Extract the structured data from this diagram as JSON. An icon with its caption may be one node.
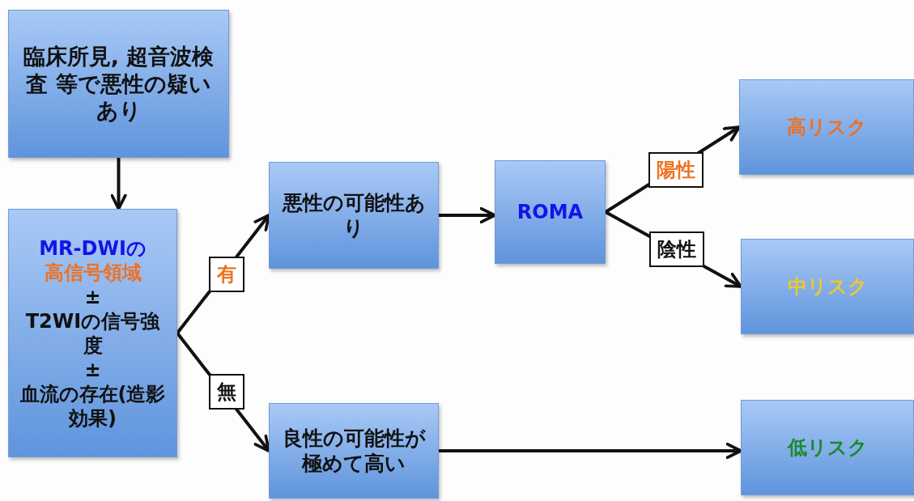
{
  "diagram": {
    "nodes": [
      {
        "text": [
          "臨床所見, 超音波検査 等で悪性の疑いあり"
        ]
      },
      {
        "text": [
          "MR-DWIの",
          "高信号領域",
          "±",
          "T2WIの信号強度",
          "±",
          "血流の存在(造影効果)"
        ]
      },
      {
        "text": [
          "悪性の可能性あり"
        ]
      },
      {
        "text": [
          "ROMA"
        ]
      },
      {
        "text": [
          "高リスク"
        ]
      },
      {
        "text": [
          "中リスク"
        ]
      },
      {
        "text": [
          "良性の可能性が極めて高い"
        ]
      },
      {
        "text": [
          "低リスク"
        ]
      }
    ],
    "edges": [
      {
        "from": 0,
        "to": 1,
        "arrow": "to"
      },
      {
        "from": 1,
        "to": 2,
        "arrow": "to",
        "label": "有"
      },
      {
        "from": 1,
        "to": 6,
        "arrow": "to",
        "label": "無"
      },
      {
        "from": 2,
        "to": 3,
        "arrow": "to"
      },
      {
        "from": 3,
        "to": 4,
        "arrow": "to",
        "label": "陽性"
      },
      {
        "from": 3,
        "to": 5,
        "arrow": "to",
        "label": "陰性"
      },
      {
        "from": 6,
        "to": 7,
        "arrow": "to"
      }
    ]
  }
}
